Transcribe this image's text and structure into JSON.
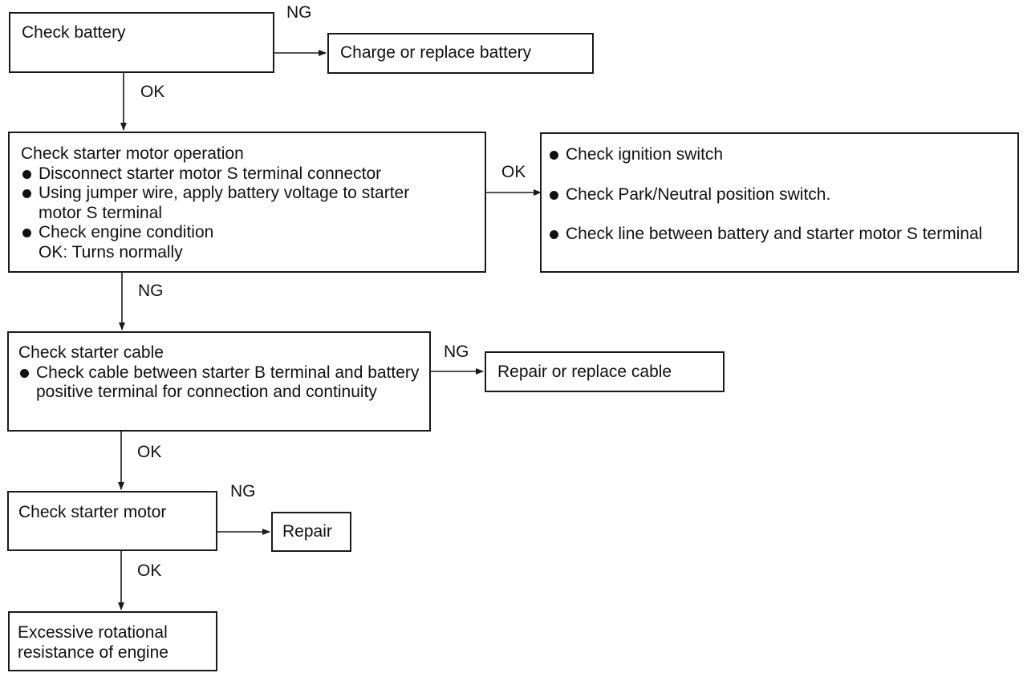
{
  "flowchart": {
    "check_battery": {
      "title": "Check battery"
    },
    "charge_replace_battery": {
      "title": "Charge or replace battery"
    },
    "check_starter_operation": {
      "title": "Check starter motor operation",
      "items": [
        "Disconnect starter motor S terminal connector",
        "Using jumper wire, apply battery voltage to starter motor S terminal",
        "Check engine condition"
      ],
      "note": "OK: Turns normally"
    },
    "check_switches": {
      "items": [
        "Check ignition switch",
        "Check Park/Neutral position switch.",
        "Check line between battery and starter motor S terminal"
      ]
    },
    "check_starter_cable": {
      "title": "Check starter cable",
      "items": [
        "Check cable between starter B terminal and battery positive terminal for connection and continuity"
      ]
    },
    "repair_replace_cable": {
      "title": "Repair or replace cable"
    },
    "check_starter_motor": {
      "title": "Check starter motor"
    },
    "repair": {
      "title": "Repair"
    },
    "excessive_resistance": {
      "title": "Excessive rotational resistance of engine"
    },
    "labels": {
      "battery_ng": "NG",
      "battery_ok": "OK",
      "operation_ok": "OK",
      "operation_ng": "NG",
      "cable_ng": "NG",
      "cable_ok": "OK",
      "motor_ng": "NG",
      "motor_ok": "OK"
    }
  }
}
